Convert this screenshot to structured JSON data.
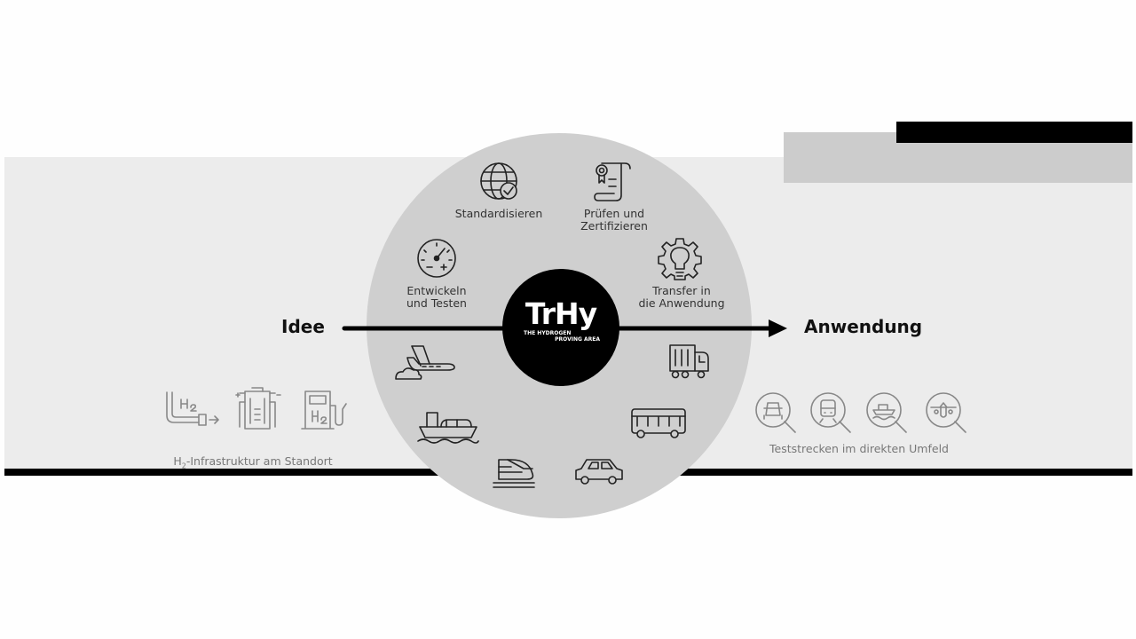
{
  "labels": {
    "idea": "Idee",
    "application": "Anwendung",
    "standardize": "Standardisieren",
    "test_certify": "Prüfen und\nZertifizieren",
    "develop_test": "Entwickeln\nund Testen",
    "transfer": "Transfer in\ndie Anwendung",
    "infrastructure_prefix": "H",
    "infrastructure_sub": "2",
    "infrastructure_rest": "-Infrastruktur am Standort",
    "test_tracks": "Teststrecken im direkten Umfeld"
  },
  "logo": {
    "name": "TrHy",
    "tagline_1": "THE HYDROGEN",
    "tagline_2": "PROVING AREA"
  },
  "icons": [
    "globe-check-icon",
    "certificate-scroll-icon",
    "gauge-icon",
    "gear-bulb-icon",
    "airplane-icon",
    "truck-icon",
    "ship-icon",
    "bus-icon",
    "train-icon",
    "car-icon",
    "h2-pipeline-icon",
    "electrolyzer-icon",
    "h2-fuel-pump-icon",
    "road-search-icon",
    "rail-search-icon",
    "water-search-icon",
    "air-search-icon"
  ],
  "colors": {
    "band": "#ececec",
    "circle": "#cfcfcf",
    "dark": "#000000",
    "tab": "#cccccc"
  }
}
